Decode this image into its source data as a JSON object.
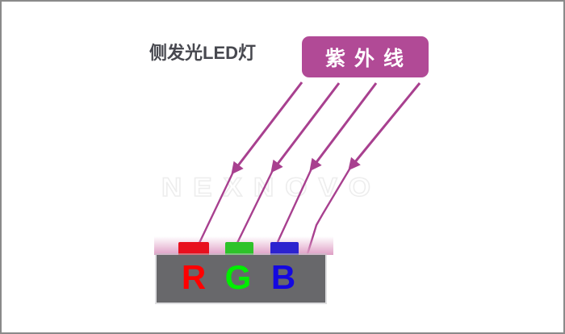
{
  "title": "侧发光LED灯",
  "uv_label": "紫 外 线",
  "watermark": "NEXNOVO",
  "leds": [
    {
      "letter": "R",
      "chip_color": "#e8101e",
      "letter_color": "#ff0000"
    },
    {
      "letter": "G",
      "chip_color": "#2ec32a",
      "letter_color": "#00ee00"
    },
    {
      "letter": "B",
      "chip_color": "#2c22cf",
      "letter_color": "#1408e0"
    }
  ],
  "colors": {
    "arrow": "#a8408f",
    "uv_box_bg": "#b14a96",
    "uv_box_text": "#ffffff",
    "title_text": "#47484f",
    "block": "#68686b",
    "glow": "#df9fc5",
    "watermark": "#ededed",
    "canvas_border": "#8a8a8a",
    "background": "#ffffff"
  }
}
